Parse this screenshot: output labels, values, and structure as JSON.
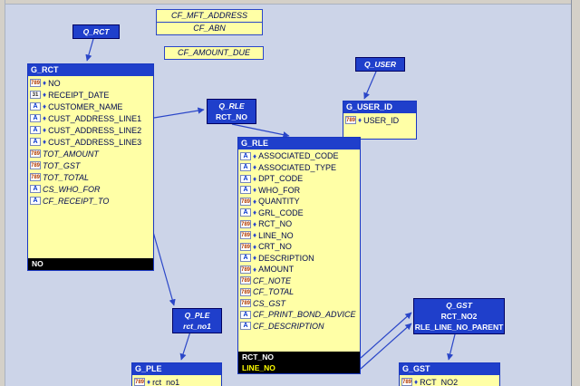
{
  "window": {
    "frame_color": "#d4d0c8",
    "canvas_color": "#ccd4e8",
    "link_color": "#2a46c8",
    "query_box_color": "#1f3fcb",
    "group_body_color": "#ffffa6",
    "break_bar_color": "#000000"
  },
  "standalone_fields": {
    "cf_mft_address": {
      "label": "CF_MFT_ADDRESS"
    },
    "cf_abn": {
      "label": "CF_ABN"
    },
    "cf_amount_due": {
      "label": "CF_AMOUNT_DUE"
    }
  },
  "queries": {
    "q_rct": {
      "lines": [
        {
          "text": "Q_RCT",
          "italic": true
        }
      ]
    },
    "q_user": {
      "lines": [
        {
          "text": "Q_USER",
          "italic": true
        }
      ]
    },
    "q_rle": {
      "lines": [
        {
          "text": "Q_RLE",
          "italic": true
        },
        {
          "text": "RCT_NO",
          "italic": false
        }
      ]
    },
    "q_ple": {
      "lines": [
        {
          "text": "Q_PLE",
          "italic": true
        },
        {
          "text": "rct_no1",
          "italic": true
        }
      ]
    },
    "q_gst": {
      "lines": [
        {
          "text": "Q_GST",
          "italic": true
        },
        {
          "text": "RCT_NO2",
          "italic": false
        },
        {
          "text": "RLE_LINE_NO_PARENT",
          "italic": false
        }
      ]
    }
  },
  "groups": {
    "g_rct": {
      "title": "G_RCT",
      "columns": [
        {
          "icon": "789",
          "db": true,
          "name": "NO",
          "italic": false
        },
        {
          "icon": "31",
          "db": true,
          "name": "RECEIPT_DATE",
          "italic": false
        },
        {
          "icon": "A",
          "db": true,
          "name": "CUSTOMER_NAME",
          "italic": false
        },
        {
          "icon": "A",
          "db": true,
          "name": "CUST_ADDRESS_LINE1",
          "italic": false
        },
        {
          "icon": "A",
          "db": true,
          "name": "CUST_ADDRESS_LINE2",
          "italic": false
        },
        {
          "icon": "A",
          "db": true,
          "name": "CUST_ADDRESS_LINE3",
          "italic": false
        },
        {
          "icon": "789",
          "db": false,
          "name": "TOT_AMOUNT",
          "italic": true
        },
        {
          "icon": "789",
          "db": false,
          "name": "TOT_GST",
          "italic": true
        },
        {
          "icon": "789",
          "db": false,
          "name": "TOT_TOTAL",
          "italic": true
        },
        {
          "icon": "A",
          "db": false,
          "name": "CS_WHO_FOR",
          "italic": true
        },
        {
          "icon": "A",
          "db": false,
          "name": "CF_RECEIPT_TO",
          "italic": true
        }
      ],
      "break_columns": [
        {
          "text": "NO",
          "color": "#ffffff"
        }
      ]
    },
    "g_user_id": {
      "title": "G_USER_ID",
      "columns": [
        {
          "icon": "789",
          "db": true,
          "name": "USER_ID",
          "italic": false
        }
      ],
      "break_columns": []
    },
    "g_rle": {
      "title": "G_RLE",
      "columns": [
        {
          "icon": "A",
          "db": true,
          "name": "ASSOCIATED_CODE",
          "italic": false
        },
        {
          "icon": "A",
          "db": true,
          "name": "ASSOCIATED_TYPE",
          "italic": false
        },
        {
          "icon": "A",
          "db": true,
          "name": "DPT_CODE",
          "italic": false
        },
        {
          "icon": "A",
          "db": true,
          "name": "WHO_FOR",
          "italic": false
        },
        {
          "icon": "789",
          "db": true,
          "name": "QUANTITY",
          "italic": false
        },
        {
          "icon": "A",
          "db": true,
          "name": "GRL_CODE",
          "italic": false
        },
        {
          "icon": "789",
          "db": true,
          "name": "RCT_NO",
          "italic": false
        },
        {
          "icon": "789",
          "db": true,
          "name": "LINE_NO",
          "italic": false
        },
        {
          "icon": "789",
          "db": true,
          "name": "CRT_NO",
          "italic": false
        },
        {
          "icon": "A",
          "db": true,
          "name": "DESCRIPTION",
          "italic": false
        },
        {
          "icon": "789",
          "db": true,
          "name": "AMOUNT",
          "italic": false
        },
        {
          "icon": "789",
          "db": false,
          "name": "CF_NOTE",
          "italic": true
        },
        {
          "icon": "789",
          "db": false,
          "name": "CF_TOTAL",
          "italic": true
        },
        {
          "icon": "789",
          "db": false,
          "name": "CS_GST",
          "italic": true
        },
        {
          "icon": "A",
          "db": false,
          "name": "CF_PRINT_BOND_ADVICE",
          "italic": true
        },
        {
          "icon": "A",
          "db": false,
          "name": "CF_DESCRIPTION",
          "italic": true
        }
      ],
      "break_columns": [
        {
          "text": "RCT_NO",
          "color": "#ffffff"
        },
        {
          "text": "LINE_NO",
          "color": "#ffff00"
        }
      ]
    },
    "g_ple": {
      "title": "G_PLE",
      "columns": [
        {
          "icon": "789",
          "db": true,
          "name": "rct_no1",
          "italic": false
        }
      ],
      "break_columns": []
    },
    "g_gst": {
      "title": "G_GST",
      "columns": [
        {
          "icon": "789",
          "db": true,
          "name": "RCT_NO2",
          "italic": false
        }
      ],
      "break_columns": []
    }
  }
}
